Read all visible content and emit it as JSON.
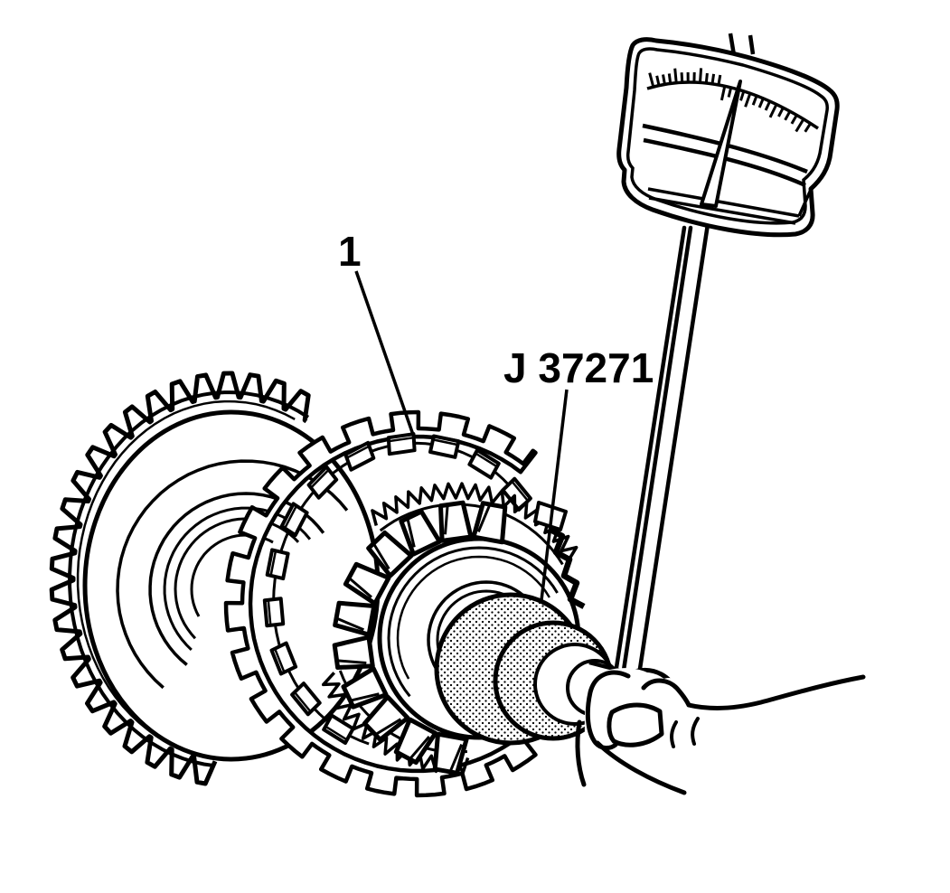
{
  "labels": {
    "callout": "1",
    "tool": "J 37271"
  },
  "figure": {
    "background": "#ffffff",
    "line_color": "#000000",
    "dial_tick_count": 26,
    "big_gear_visible_tooth_count": 24,
    "pinion_visible_tooth_count": 11,
    "clutch_lug_count": 12,
    "spline_tooth_counts": [
      18,
      14
    ]
  }
}
